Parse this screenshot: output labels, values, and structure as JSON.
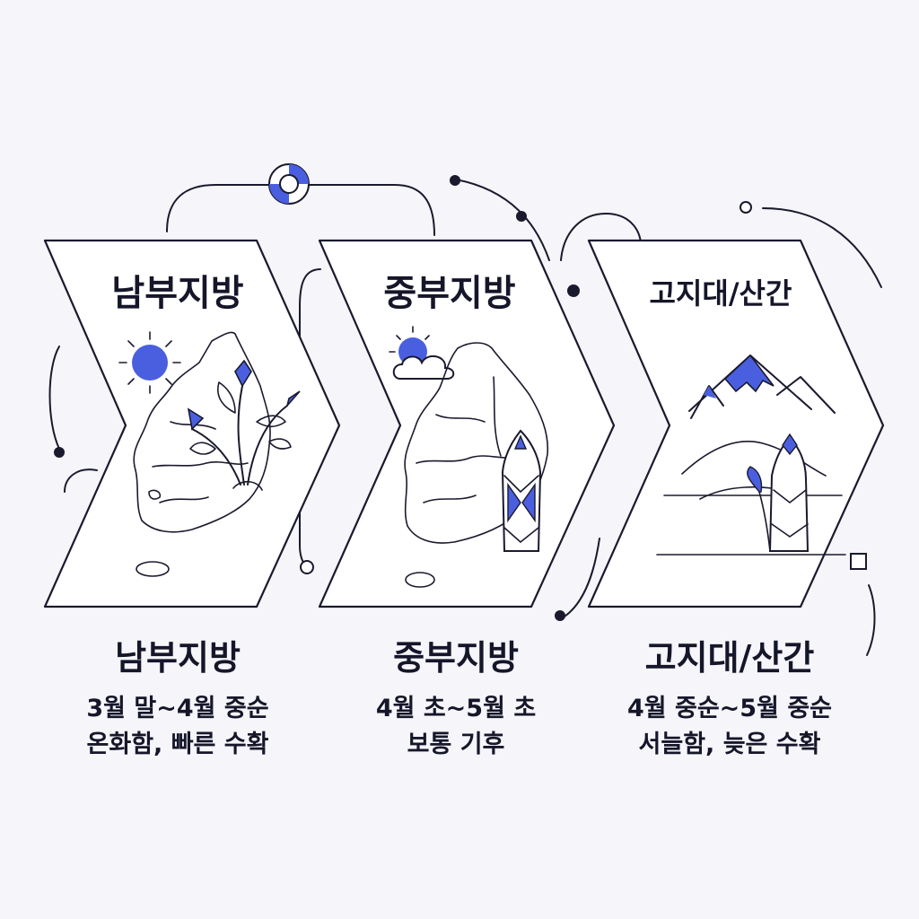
{
  "colors": {
    "accent": "#4a5fe0",
    "ink": "#1a1a2e",
    "background": "#f5f5fa"
  },
  "regions": [
    {
      "panel_title": "남부지방",
      "title": "남부지방",
      "period": "3월 말~4월 중순",
      "description": "온화함, 빠른 수확",
      "icons": [
        "sun-icon",
        "korea-map-icon",
        "bamboo-plant-icon"
      ]
    },
    {
      "panel_title": "중부지방",
      "title": "중부지방",
      "period": "4월 초~5월 초",
      "description": "보통 기후",
      "icons": [
        "cloud-sun-icon",
        "korea-map-icon",
        "bamboo-shoot-icon"
      ]
    },
    {
      "panel_title": "고지대/산간",
      "title": "고지대/산간",
      "period": "4월 중순~5월 중순",
      "description": "서늘함, 늦은 수확",
      "icons": [
        "mountain-icon",
        "bamboo-shoot-icon"
      ]
    }
  ]
}
